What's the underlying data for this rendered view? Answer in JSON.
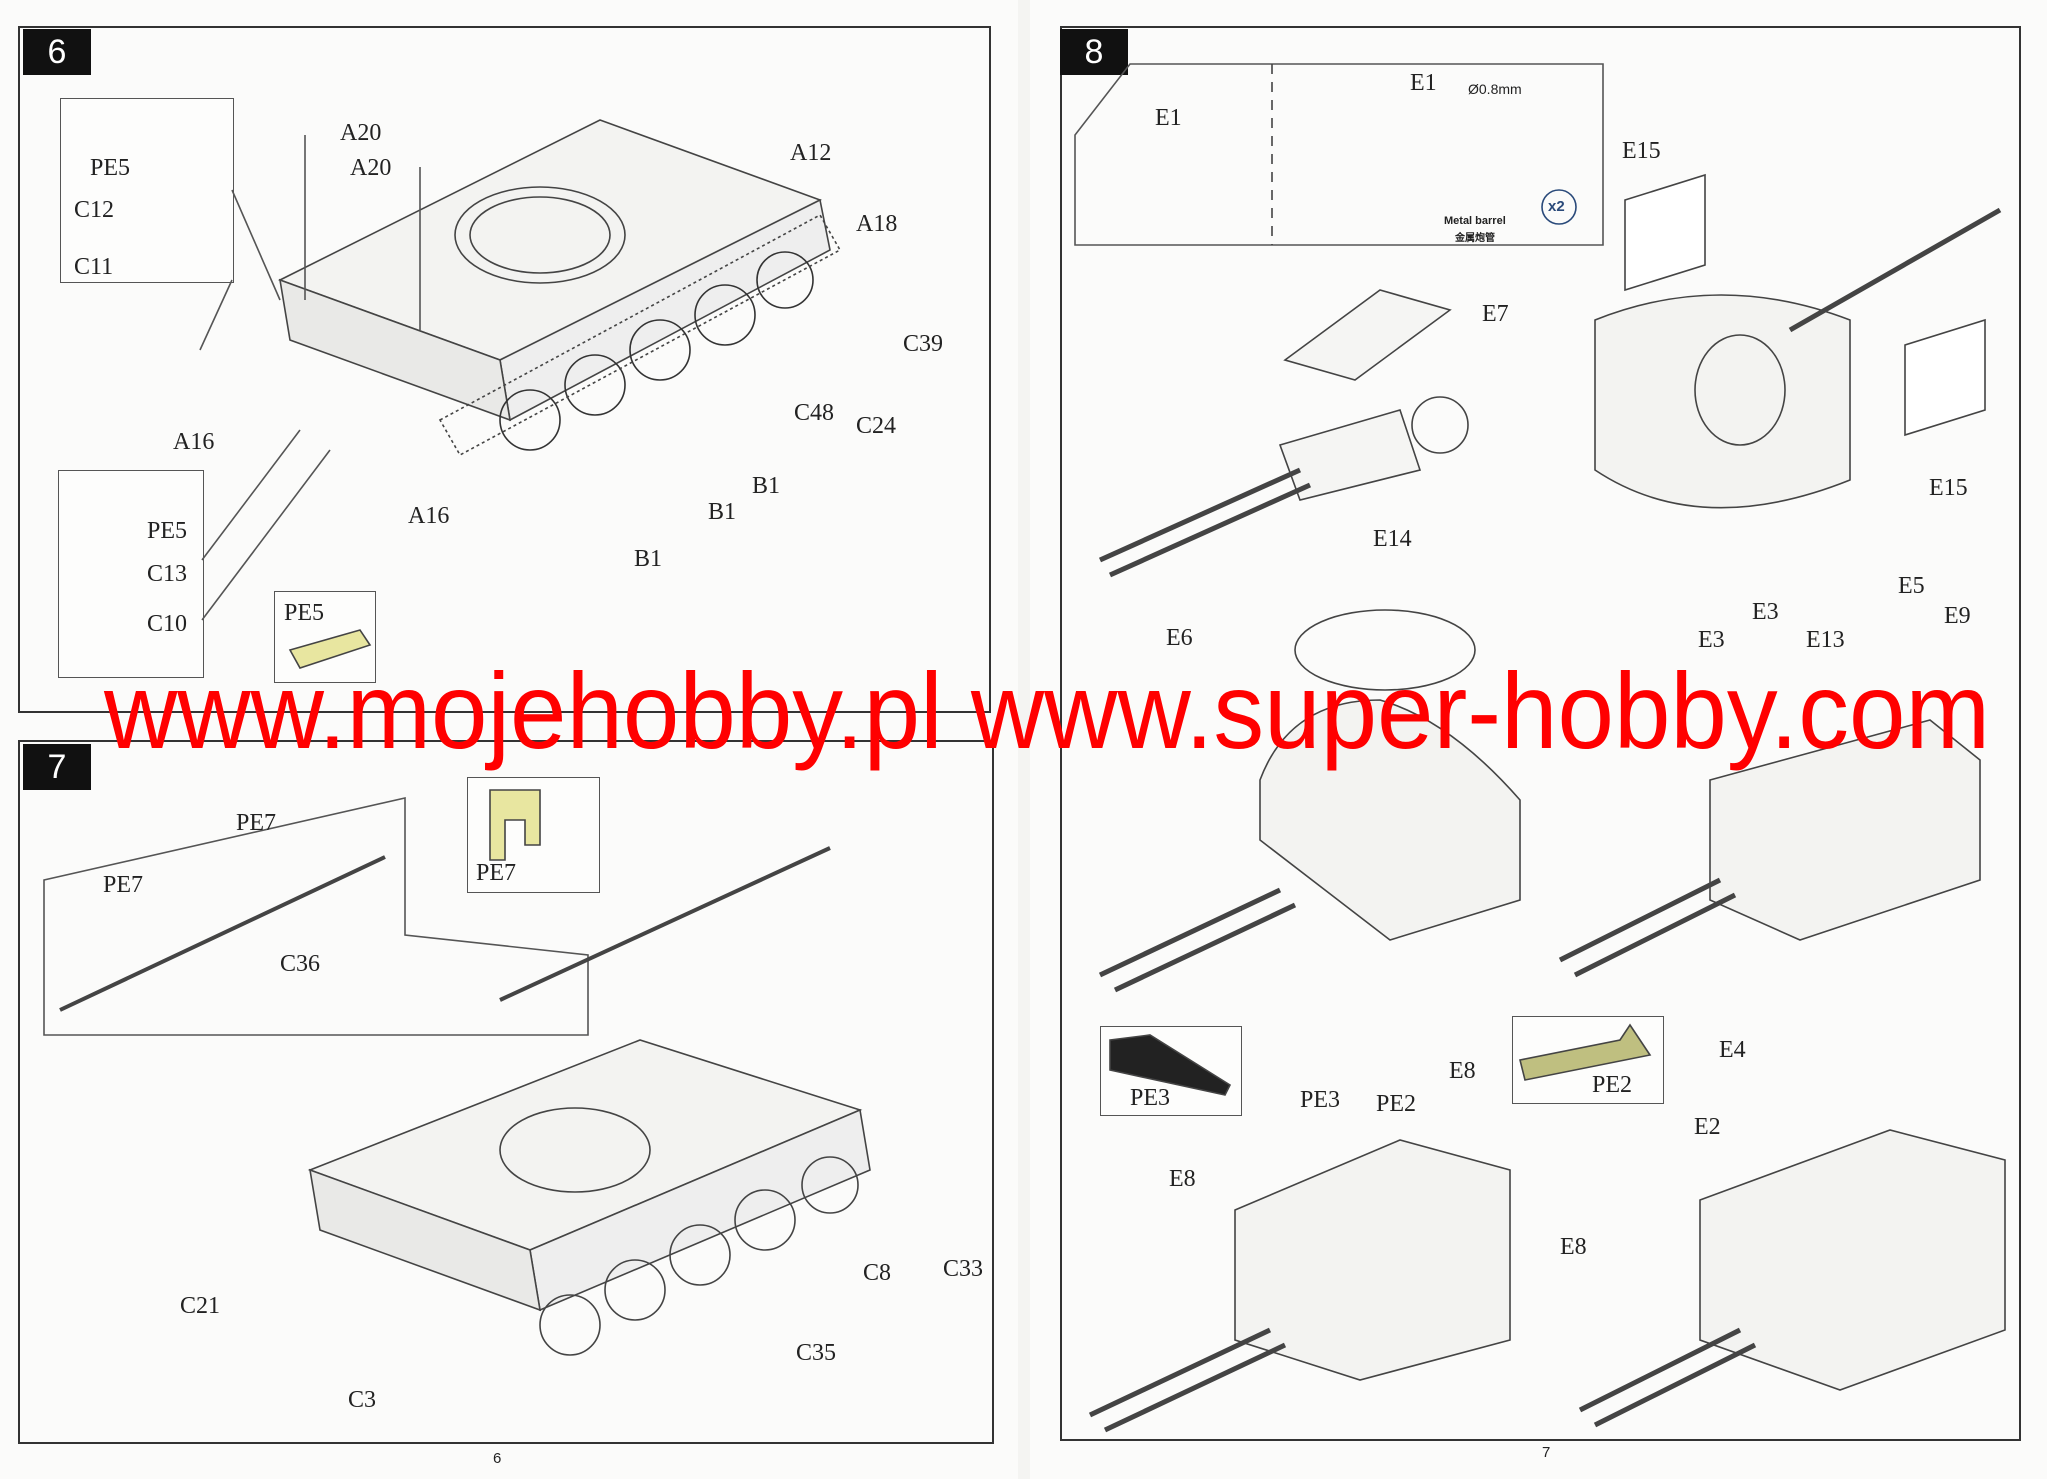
{
  "pages": {
    "left_number": "6",
    "right_number": "7"
  },
  "step6": {
    "number": "6",
    "labels": {
      "a20_1": "A20",
      "a20_2": "A20",
      "a12": "A12",
      "a18": "A18",
      "c39": "C39",
      "c24": "C24",
      "c48": "C48",
      "b1_1": "B1",
      "b1_2": "B1",
      "b1_3": "B1",
      "a16_1": "A16",
      "a16_2": "A16",
      "pe5_1": "PE5",
      "c12": "C12",
      "c11": "C11",
      "pe5_2": "PE5",
      "c13": "C13",
      "c10": "C10",
      "pe5_3": "PE5"
    }
  },
  "step7": {
    "number": "7",
    "labels": {
      "pe7_1": "PE7",
      "pe7_2": "PE7",
      "c36": "C36",
      "pe7_3": "PE7",
      "c21": "C21",
      "c3": "C3",
      "c35": "C35",
      "c8": "C8",
      "c33": "C33"
    }
  },
  "step8": {
    "number": "8",
    "labels": {
      "e1_1": "E1",
      "e1_2": "E1",
      "drill": "Ø0.8mm",
      "metal_barrel": "Metal barrel",
      "metal_barrel_cn": "金属炮管",
      "x2": "x2",
      "e15_1": "E15",
      "e15_2": "E15",
      "e7": "E7",
      "e14": "E14",
      "e6": "E6",
      "e3_1": "E3",
      "e5": "E5",
      "e9": "E9",
      "e13": "E13",
      "e3_2": "E3",
      "pe3_box": "PE3",
      "pe2_box": "PE2",
      "pe3": "PE3",
      "pe2": "PE2",
      "e8_1": "E8",
      "e8_2": "E8",
      "e8_3": "E8",
      "e4": "E4",
      "e2": "E2"
    }
  },
  "watermark": "www.mojehobby.pl www.super-hobby.com",
  "colors": {
    "watermark": "#ff0000",
    "photo_etch": "#e8e6a0",
    "icon_blue": "#2a4a7a"
  }
}
